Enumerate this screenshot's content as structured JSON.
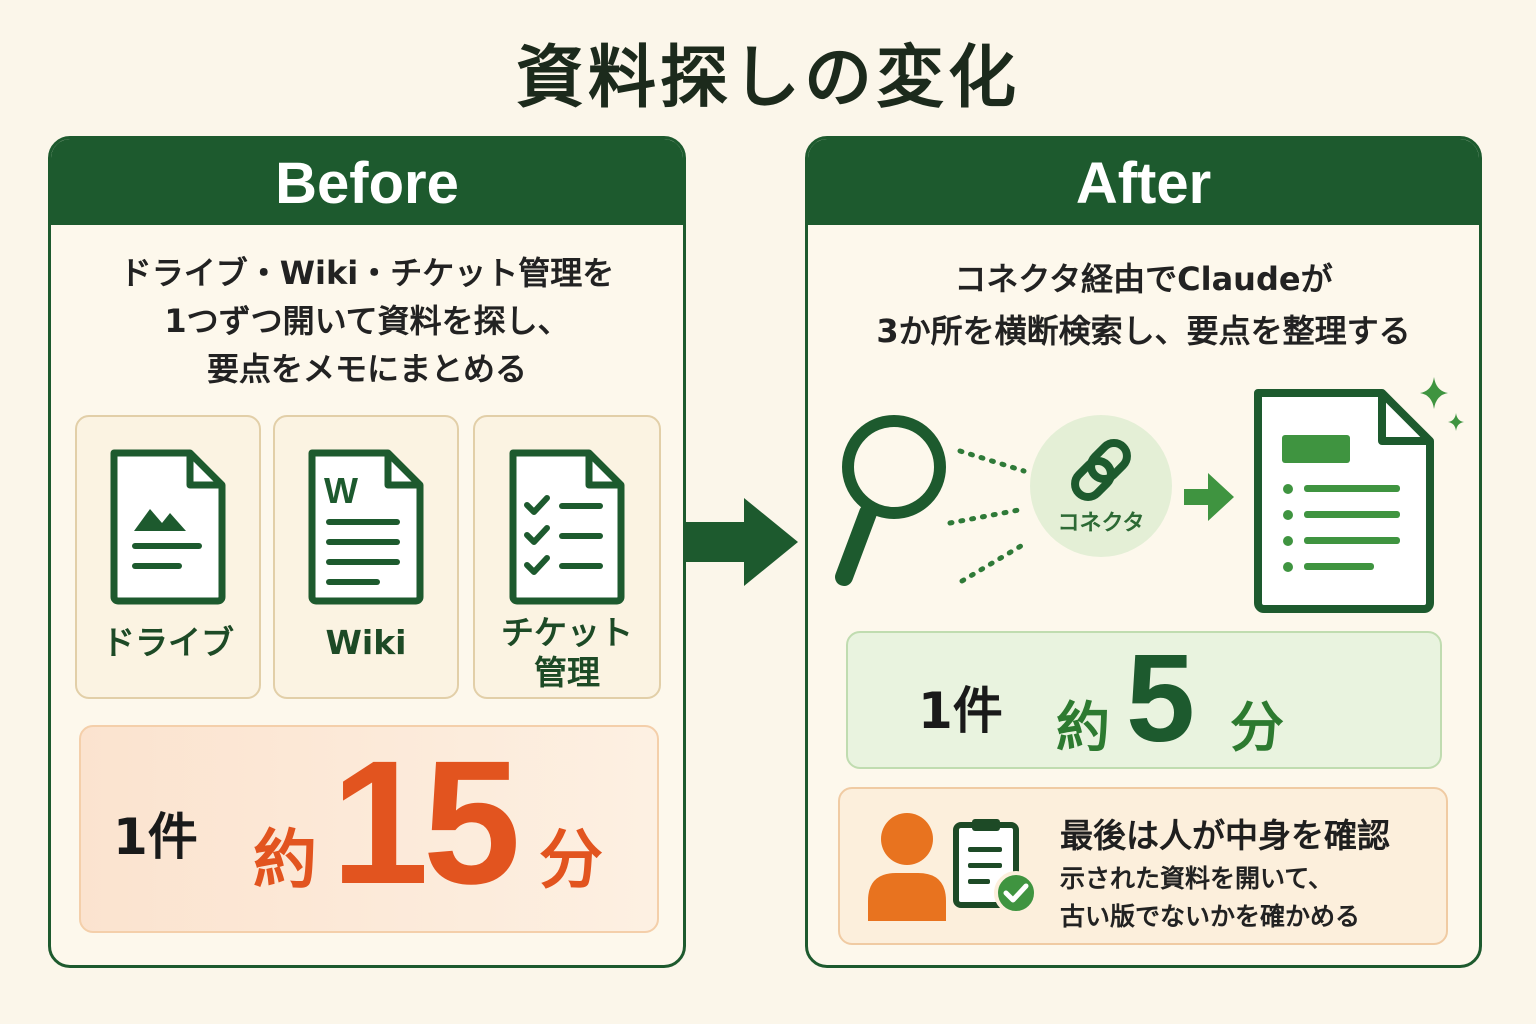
{
  "title": "資料探しの変化",
  "before": {
    "header": "Before",
    "description": [
      "ドライブ・Wiki・チケット管理を",
      "1つずつ開いて資料を探し、",
      "要点をメモにまとめる"
    ],
    "tools": [
      {
        "label": "ドライブ",
        "icon": "image-file-icon"
      },
      {
        "label": "Wiki",
        "icon": "word-document-icon"
      },
      {
        "label_line1": "チケット",
        "label_line2": "管理",
        "icon": "checklist-file-icon"
      }
    ],
    "time": {
      "count": "1件",
      "approx": "約",
      "value": "15",
      "unit": "分"
    }
  },
  "after": {
    "header": "After",
    "description": [
      "コネクタ経由でClaudeが",
      "3か所を横断検索し、要点を整理する"
    ],
    "connector_label": "コネクタ",
    "time": {
      "count": "1件",
      "approx": "約",
      "value": "5",
      "unit": "分"
    },
    "check": {
      "title": "最後は人が中身を確認",
      "lines": [
        "示された資料を開いて、",
        "古い版でないかを確かめる"
      ]
    }
  },
  "colors": {
    "dark_green": "#1d5a2e",
    "mid_green": "#3f9440",
    "orange": "#e2541f",
    "person_orange": "#e8731f",
    "background": "#fbf6ea"
  }
}
